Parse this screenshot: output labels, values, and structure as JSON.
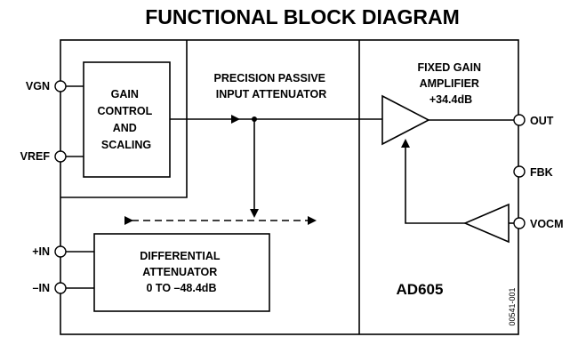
{
  "title": "FUNCTIONAL BLOCK DIAGRAM",
  "blocks": {
    "gain_control": [
      "GAIN",
      "CONTROL",
      "AND",
      "SCALING"
    ],
    "attenuator_label": [
      "PRECISION PASSIVE",
      "INPUT ATTENUATOR"
    ],
    "amplifier": [
      "FIXED GAIN",
      "AMPLIFIER",
      "+34.4dB"
    ],
    "differential": [
      "DIFFERENTIAL",
      "ATTENUATOR",
      "0 TO –48.4dB"
    ],
    "part_number": "AD605"
  },
  "pins": {
    "vgn": "VGN",
    "vref": "VREF",
    "plus_in": "+IN",
    "minus_in": "–IN",
    "out": "OUT",
    "fbk": "FBK",
    "vocm": "VOCM"
  },
  "figure_code": "00541-001"
}
